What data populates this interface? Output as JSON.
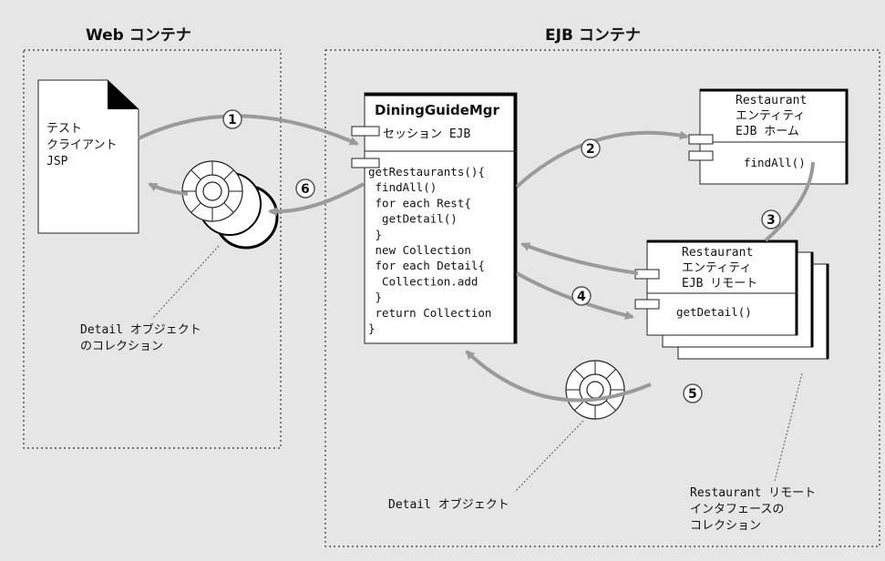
{
  "containers": {
    "web_title": "Web コンテナ",
    "ejb_title": "EJB コンテナ"
  },
  "jsp": {
    "lines": [
      "テスト",
      "クライアント",
      "JSP"
    ]
  },
  "manager": {
    "title": "DiningGuideMgr",
    "stereotype": "セッション EJB",
    "code_lines": [
      "getRestaurants(){",
      " findAll()",
      " for each Rest{",
      "  getDetail()",
      " }",
      " new Collection",
      " for each Detail{",
      "  Collection.add",
      " }",
      " return Collection",
      "}"
    ]
  },
  "home": {
    "lines": [
      "Restaurant",
      "エンティティ",
      "EJB ホーム"
    ],
    "method": "findAll()"
  },
  "remote": {
    "lines": [
      "Restaurant",
      "エンティティ",
      "EJB リモート"
    ],
    "method": "getDetail()"
  },
  "steps": [
    "1",
    "2",
    "3",
    "4",
    "5",
    "6"
  ],
  "annotations": {
    "detail_collection": [
      "Detail オブジェクト",
      "のコレクション"
    ],
    "detail_object": "Detail オブジェクト",
    "remote_collection": [
      "Restaurant リモート",
      "インタフェースの",
      "コレクション"
    ]
  }
}
